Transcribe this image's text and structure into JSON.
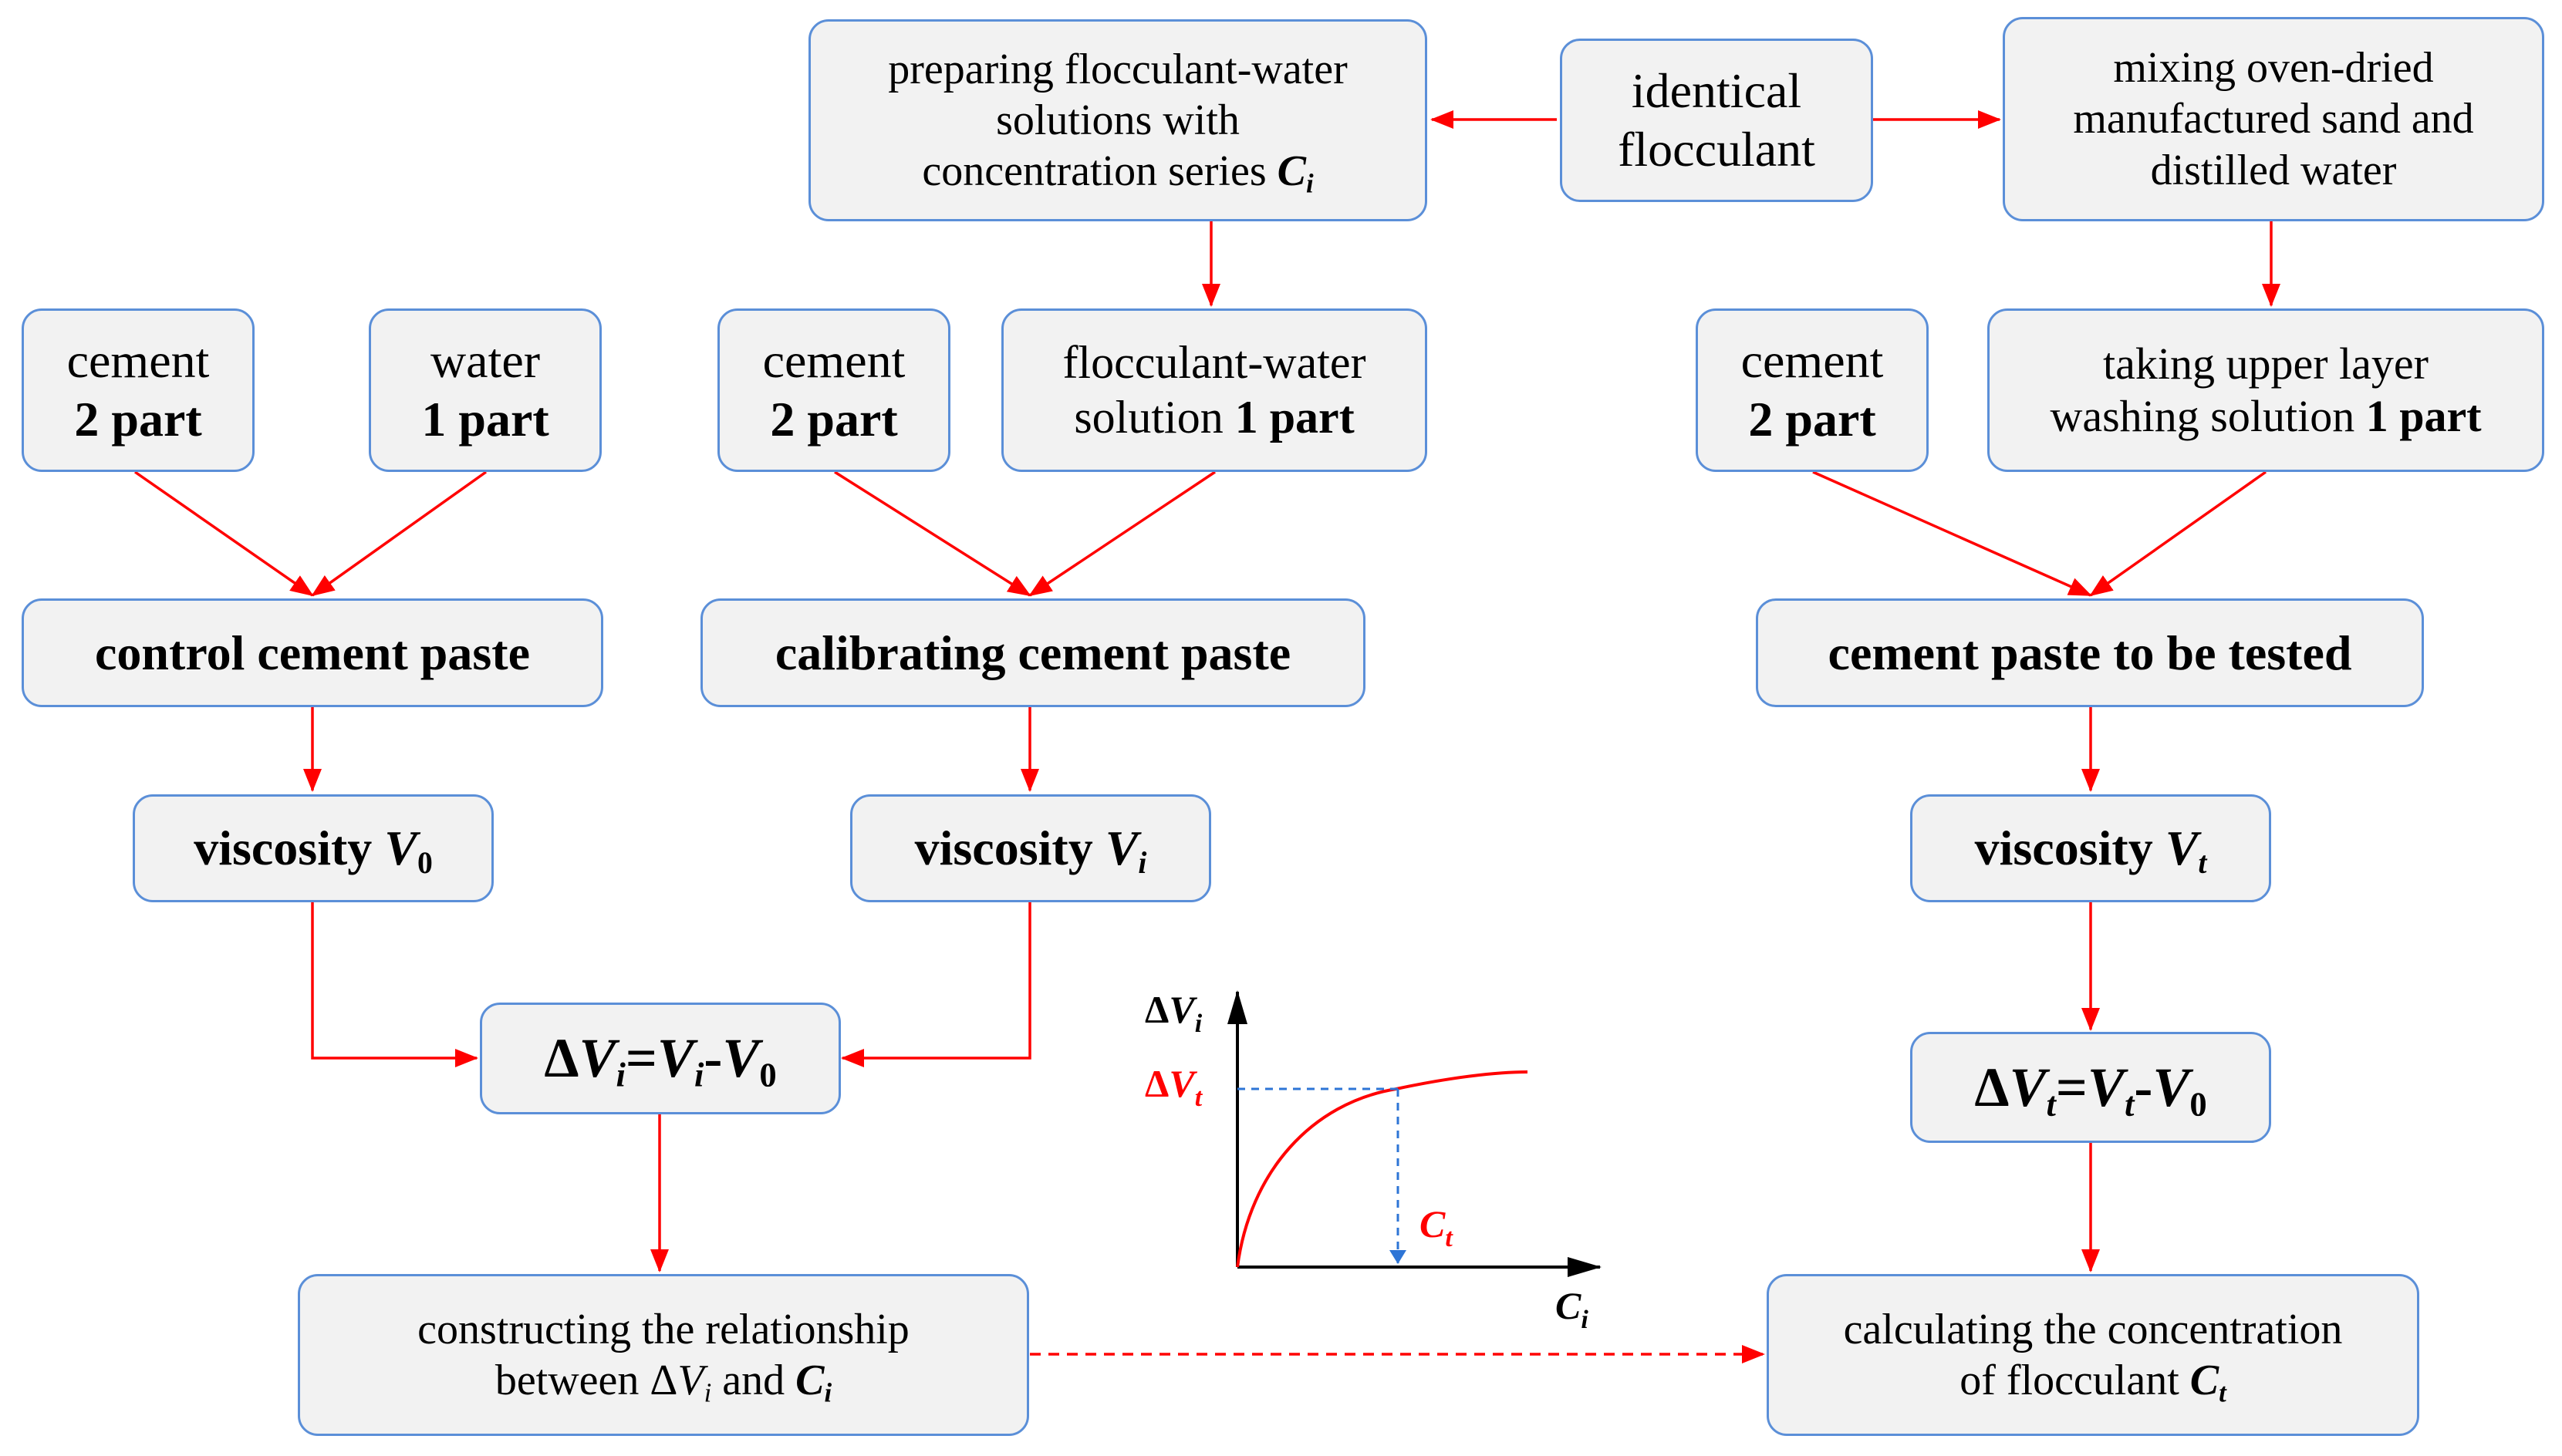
{
  "colors": {
    "arrow": "#ff0000",
    "box_border": "#5b8fd8",
    "box_fill": "#f2f2f2",
    "guide": "#2e75d6"
  },
  "top": {
    "prepare": {
      "line1": "preparing flocculant-water",
      "line2": "solutions with",
      "line3_text": "concentration series ",
      "line3_var": "C",
      "line3_sub": "i"
    },
    "identical": {
      "line1": "identical",
      "line2": "flocculant"
    },
    "mixing": {
      "line1": "mixing oven-dried",
      "line2": "manufactured sand and",
      "line3": "distilled water"
    }
  },
  "inputs": {
    "cement_a": {
      "line1": "cement",
      "line2": "2 part"
    },
    "water": {
      "line1": "water",
      "line2": "1 part"
    },
    "cement_b": {
      "line1": "cement",
      "line2": "2 part"
    },
    "flocculant_solution": {
      "line1": "flocculant-water",
      "line2_text": "solution ",
      "line2_bold": "1 part"
    },
    "cement_c": {
      "line1": "cement",
      "line2": "2 part"
    },
    "washing": {
      "line1": "taking upper layer",
      "line2_text": "washing solution ",
      "line2_bold": "1 part"
    }
  },
  "pastes": {
    "control": "control cement paste",
    "calibrating": "calibrating cement paste",
    "tested": "cement paste to be tested"
  },
  "viscosity": {
    "label": "viscosity ",
    "v0": {
      "var": "V",
      "sub": "0"
    },
    "vi": {
      "var": "V",
      "sub": "i"
    },
    "vt": {
      "var": "V",
      "sub": "t"
    }
  },
  "delta": {
    "symbol": "Δ",
    "var": "V",
    "eq": "=",
    "minus": "-",
    "sub_i": "i",
    "sub_t": "t",
    "sub_0": "0"
  },
  "bottom": {
    "relationship": {
      "line1": "constructing the relationship",
      "line2_text": "between Δ",
      "line2_var1": "V",
      "line2_sub1": "i",
      "line2_and": " and ",
      "line2_var2": "C",
      "line2_sub2": "i"
    },
    "calculating": {
      "line1": "calculating the concentration",
      "line2_text": "of flocculant ",
      "line2_var": "C",
      "line2_sub": "t"
    }
  },
  "mini_chart": {
    "y_axis": {
      "prefix": "Δ",
      "var": "V",
      "sub": "i"
    },
    "y_mark": {
      "prefix": "Δ",
      "var": "V",
      "sub": "t"
    },
    "x_axis": {
      "var": "C",
      "sub": "i"
    },
    "x_mark": {
      "var": "C",
      "sub": "t"
    }
  }
}
